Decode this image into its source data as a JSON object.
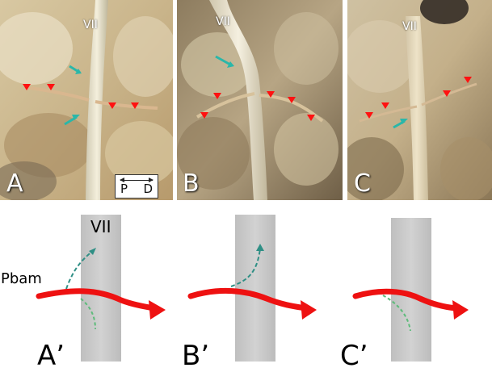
{
  "photos": [
    {
      "panel_label": "A",
      "nerve_label": "VII"
    },
    {
      "panel_label": "B",
      "nerve_label": "VII"
    },
    {
      "panel_label": "C",
      "nerve_label": "VII"
    }
  ],
  "orientation": {
    "left": "P",
    "right": "D"
  },
  "diagrams": [
    {
      "panel_label": "A’",
      "nerve_label": "VII",
      "branch_label": "Pbam"
    },
    {
      "panel_label": "B’"
    },
    {
      "panel_label": "C’"
    }
  ],
  "colors": {
    "artery": "#ee1111",
    "nerve_band": "#c8c8c8",
    "dashed_branch": "#2f8f85",
    "green_branch": "#5dbb7a",
    "arrowhead": "#ff1111",
    "teal_arrow": "#2ab7a9"
  }
}
